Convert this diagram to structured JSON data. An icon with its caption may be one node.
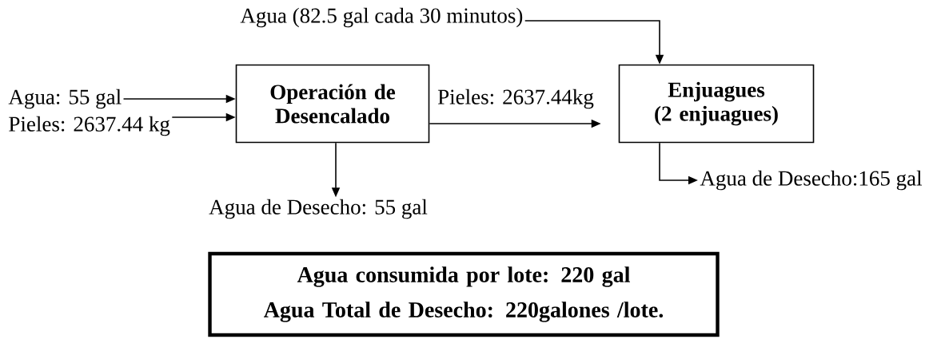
{
  "diagram": {
    "nodes": [
      {
        "text": [
          "Agua: 55 gal"
        ]
      },
      {
        "text": [
          "Pieles: 2637.44 kg"
        ]
      },
      {
        "text": [
          "Operación de Desencalado"
        ]
      },
      {
        "text": [
          "Enjuagues",
          "(2 enjuagues)"
        ]
      },
      {
        "text": [
          "Agua (82.5 gal cada 30 minutos)"
        ]
      },
      {
        "text": [
          "Agua de Desecho: 55 gal"
        ]
      },
      {
        "text": [
          "Agua de Desecho:165 gal"
        ]
      },
      {
        "text": [
          "Agua consumida por lote: 220 gal",
          "Agua Total de Desecho: 220galones /lote."
        ]
      }
    ],
    "edges": [
      {
        "from": 0,
        "to": 2,
        "arrow": "to"
      },
      {
        "from": 1,
        "to": 2,
        "arrow": "to"
      },
      {
        "from": 2,
        "to": 3,
        "arrow": "to",
        "label": "Pieles: 2637.44kg"
      },
      {
        "from": 4,
        "to": 3,
        "arrow": "to"
      },
      {
        "from": 2,
        "to": 5,
        "arrow": "to"
      },
      {
        "from": 3,
        "to": 6,
        "arrow": "to"
      }
    ]
  }
}
